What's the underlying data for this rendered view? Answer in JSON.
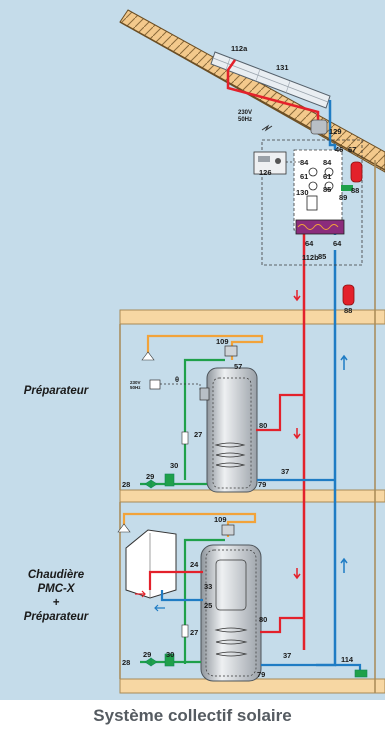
{
  "caption": "Système collectif solaire",
  "labels": {
    "preparateur": "Préparateur",
    "chaudiere_line1": "Chaudière",
    "chaudiere_line2": "PMC-X",
    "chaudiere_line3": "+",
    "chaudiere_line4": "Préparateur",
    "power_supply_line1": "230V",
    "power_supply_line2": "50Hz",
    "mini_power_line1": "230V",
    "mini_power_line2": "50Hz",
    "theta": "θ"
  },
  "component_numbers": {
    "collector_top": "112a",
    "collector": "131",
    "sensor_129": "129",
    "regulator": "126",
    "unit_84_left": "84",
    "unit_84_right": "84",
    "unit_61_left": "61",
    "unit_61_right": "61",
    "unit_46": "46",
    "unit_67": "67",
    "unit_130": "130",
    "unit_85_top": "85",
    "unit_88_top": "88",
    "unit_89": "89",
    "unit_64_left": "64",
    "unit_64_right": "64",
    "sensor_112b": "112b",
    "unit_85_bottom": "85",
    "unit_88_bottom": "88",
    "up_109": "109",
    "up_57": "57",
    "up_80": "80",
    "up_27": "27",
    "up_30": "30",
    "up_29": "29",
    "up_28": "28",
    "up_79": "79",
    "up_37": "37",
    "lo_109": "109",
    "lo_24": "24",
    "lo_33": "33",
    "lo_25": "25",
    "lo_80": "80",
    "lo_27": "27",
    "lo_30": "30",
    "lo_29": "29",
    "lo_28": "28",
    "lo_79": "79",
    "lo_37": "37",
    "lo_114": "114"
  },
  "colors": {
    "background": "#c5dcea",
    "floor_fill": "#f7d7a3",
    "floor_stroke": "#a88a56",
    "hot_pipe": "#e3212b",
    "cold_pipe": "#1f7cc4",
    "cold_water": "#1fa04a",
    "domestic_hot": "#f2a33a",
    "tank": "#c7ccd1",
    "tank_dark": "#8e959c",
    "caption": "#555b61"
  }
}
